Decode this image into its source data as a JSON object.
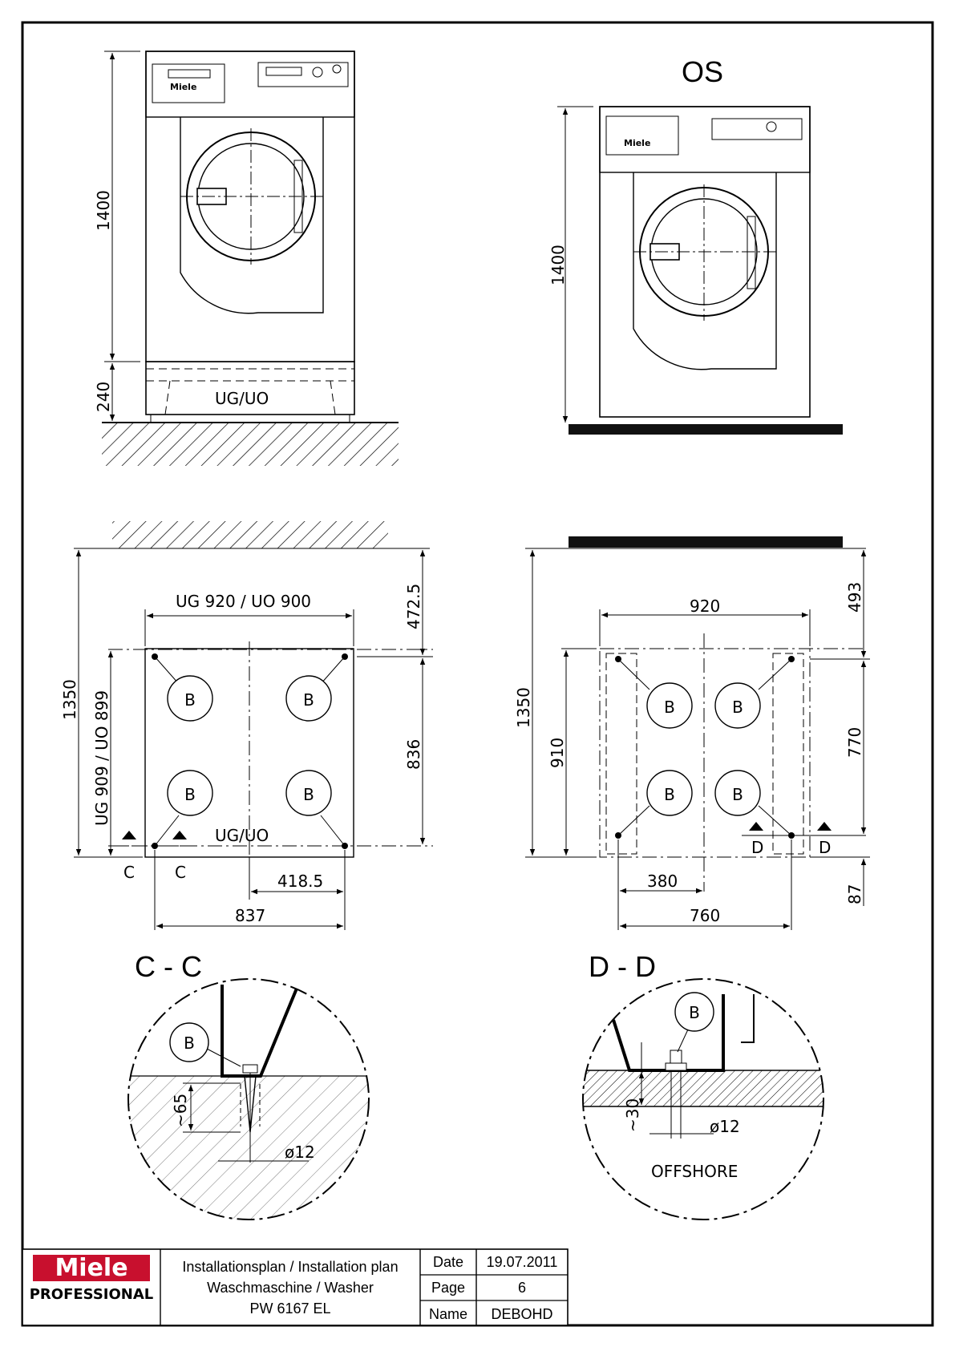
{
  "drawing": {
    "view_label_os": "OS",
    "section_c_title": "C - C",
    "section_d_title": "D - D",
    "base_label": "UG/UO",
    "offshore_label": "OFFSHORE",
    "anchor_label": "B",
    "cut_c": "C",
    "cut_d": "D"
  },
  "dimensions": {
    "front_height": "1400",
    "base_height": "240",
    "os_height": "1400",
    "ug_width": "UG 920 / UO 900",
    "wall_clearance_ug": "472.5",
    "depth_total_ug": "1350",
    "ug_depth": "UG 909 / UO 899",
    "hole_spacing_depth_ug": "836",
    "half_width_ug": "418.5",
    "hole_spacing_width_ug": "837",
    "os_width": "920",
    "wall_clearance_os": "493",
    "depth_total_os": "1350",
    "os_depth": "910",
    "hole_spacing_depth_os": "770",
    "half_width_os": "380",
    "hole_spacing_width_os": "760",
    "front_offset_os": "87",
    "drill_depth_c": "~65",
    "drill_dia_c": "ø12",
    "drill_depth_d": "~30",
    "drill_dia_d": "ø12"
  },
  "title_block": {
    "brand": "Miele",
    "brand_sub": "PROFESSIONAL",
    "line1": "Installationsplan / Installation plan",
    "line2": "Waschmaschine / Washer",
    "line3": "PW 6167 EL",
    "date_label": "Date",
    "date_value": "19.07.2011",
    "page_label": "Page",
    "page_value": "6",
    "name_label": "Name",
    "name_value": "DEBOHD"
  },
  "colors": {
    "brand_red": "#c8102e",
    "line": "#000000"
  }
}
